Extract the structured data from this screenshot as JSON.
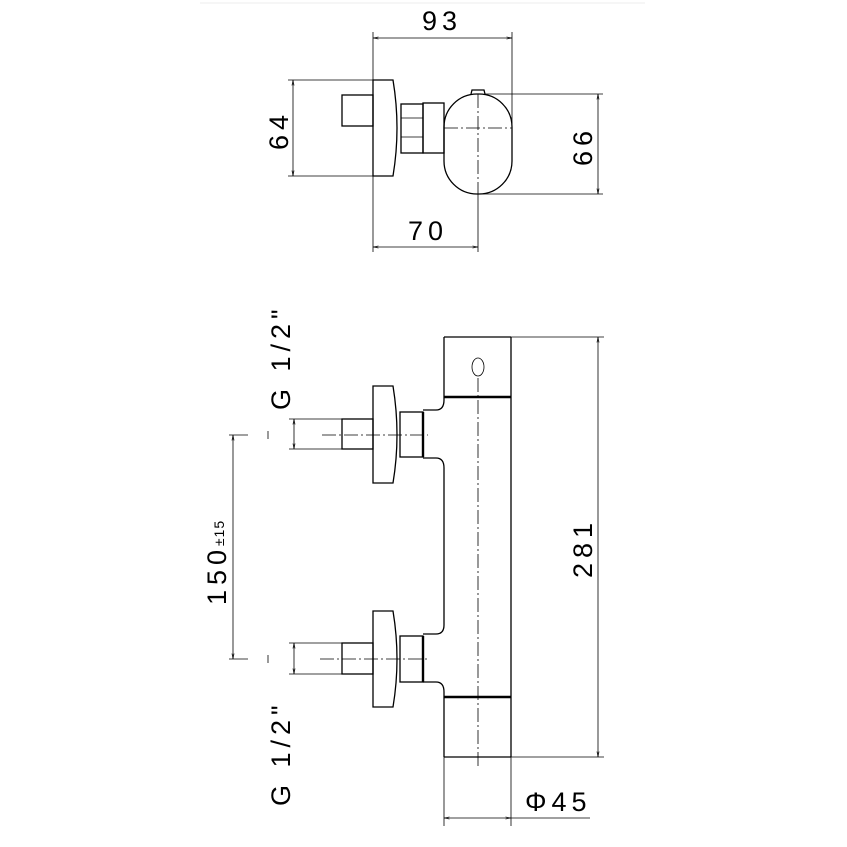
{
  "title": "Thermostatic bar mixer dimension drawing",
  "top_view": {
    "width_overall": "93",
    "flange_height": "64",
    "body_height": "66",
    "projection": "70"
  },
  "front_view": {
    "inlet_top": "G 1/2\"",
    "inlet_bottom": "G 1/2\"",
    "centers": "150",
    "centers_tolerance": "±15",
    "length": "281",
    "diameter": "Φ45"
  },
  "colors": {
    "line": "#000000",
    "background": "#ffffff"
  }
}
